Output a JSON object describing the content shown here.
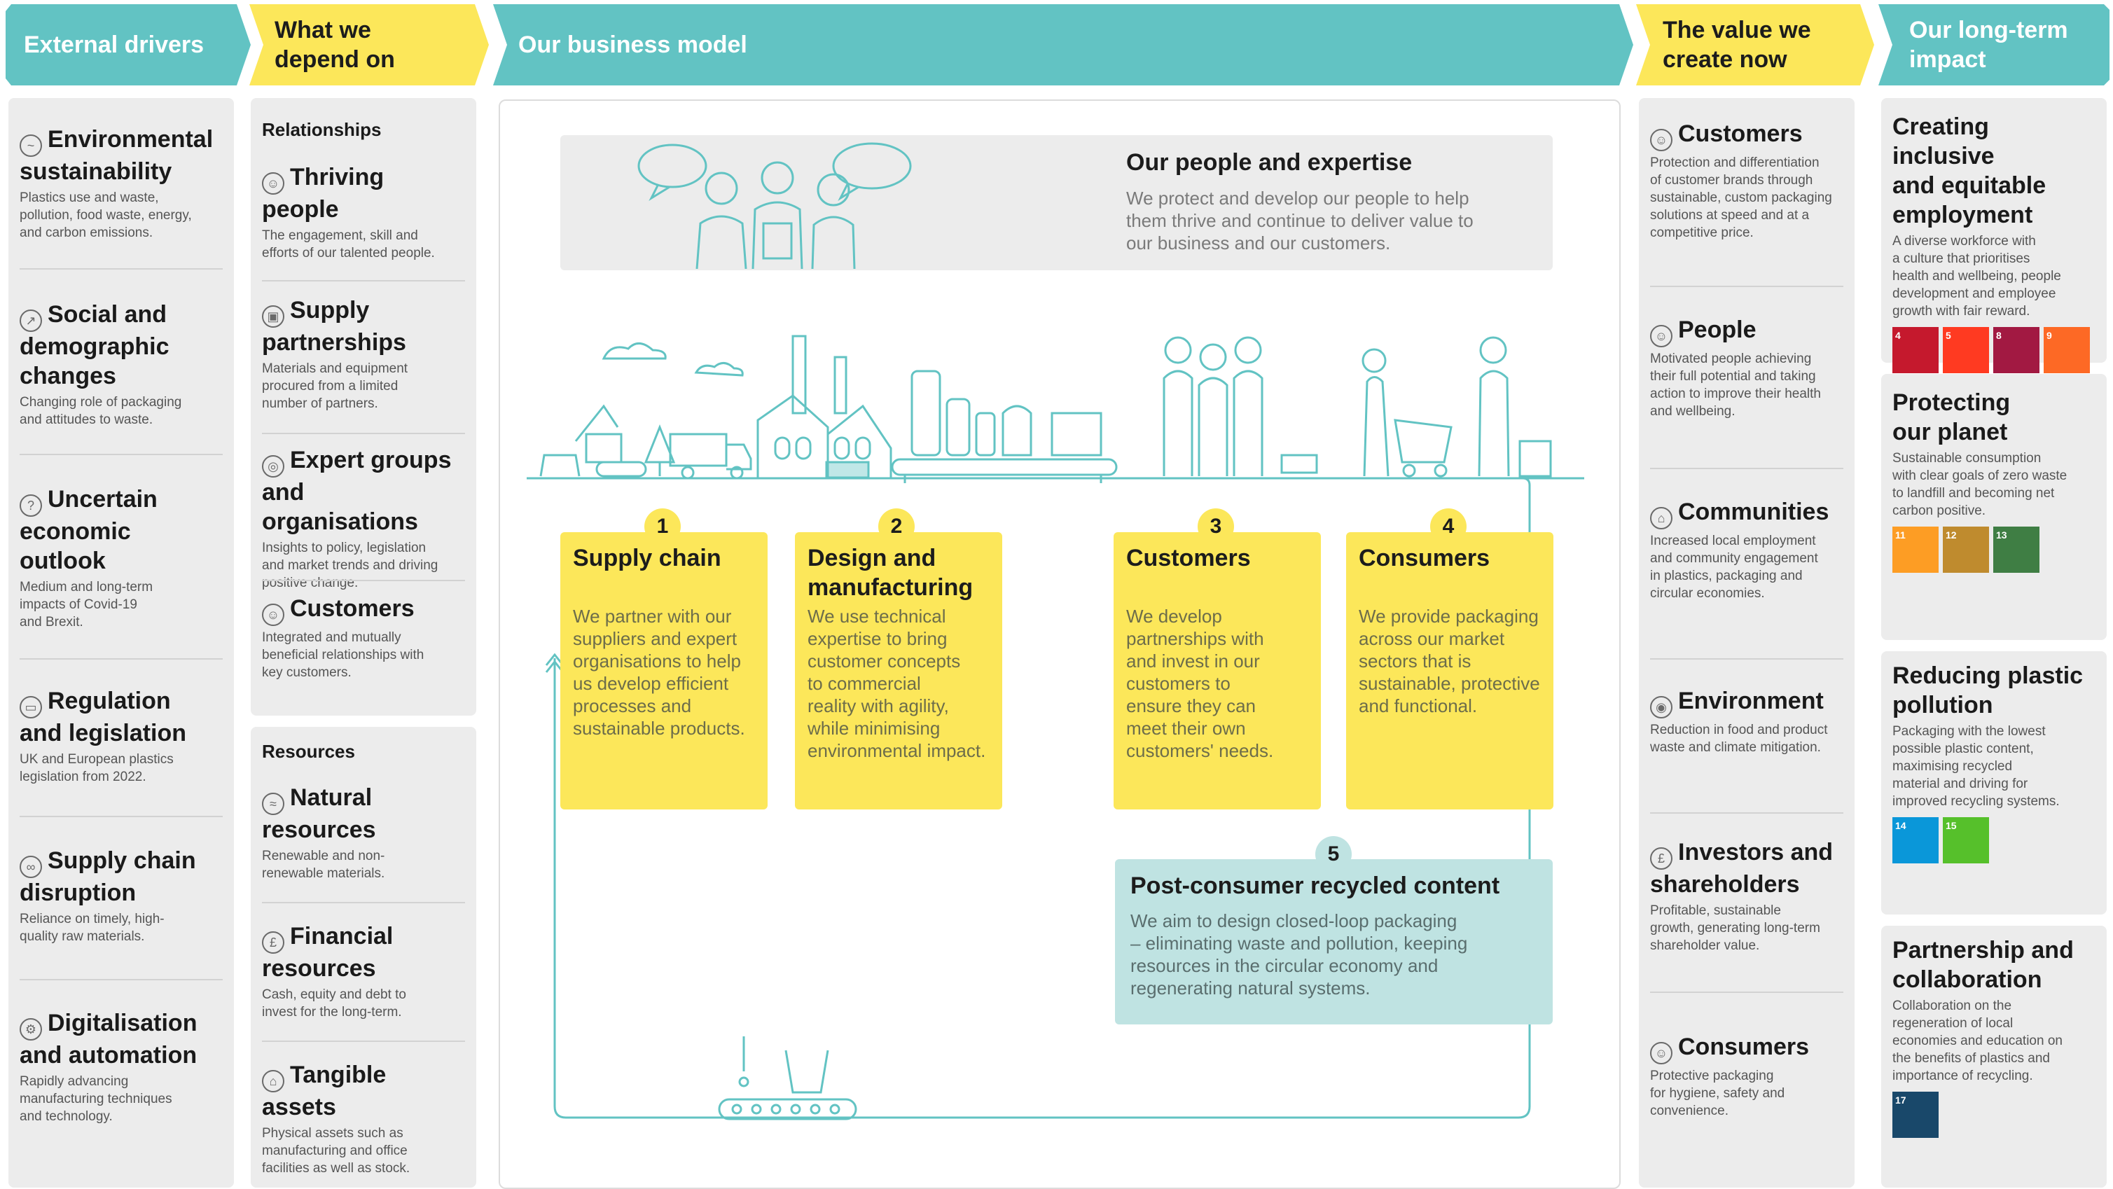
{
  "headers": {
    "external": "External drivers",
    "depend": [
      "What we",
      "depend on"
    ],
    "model": "Our business model",
    "value": [
      "The value we",
      "create now"
    ],
    "impact": [
      "Our long-term",
      "impact"
    ]
  },
  "external_drivers": [
    {
      "icon": "leaf-icon",
      "title": [
        "Environmental",
        "sustainability"
      ],
      "desc": [
        "Plastics use and waste,",
        "pollution, food waste, energy,",
        "and carbon emissions."
      ]
    },
    {
      "icon": "graph-icon",
      "title": [
        "Social and",
        "demographic",
        "changes"
      ],
      "desc": [
        "Changing role of packaging",
        "and attitudes to waste."
      ]
    },
    {
      "icon": "question-icon",
      "title": [
        "Uncertain",
        "economic",
        "outlook"
      ],
      "desc": [
        "Medium and long-term",
        "impacts of Covid-19",
        "and Brexit."
      ]
    },
    {
      "icon": "document-icon",
      "title": [
        "Regulation",
        "and legislation"
      ],
      "desc": [
        "UK and European plastics",
        "legislation from 2022."
      ]
    },
    {
      "icon": "link-icon",
      "title": [
        "Supply chain",
        "disruption"
      ],
      "desc": [
        "Reliance on timely, high-",
        "quality raw materials."
      ]
    },
    {
      "icon": "gear-icon",
      "title": [
        "Digitalisation",
        "and automation"
      ],
      "desc": [
        "Rapidly advancing",
        "manufacturing techniques",
        "and technology."
      ]
    }
  ],
  "depend_on": {
    "relationships_label": "Relationships",
    "relationships": [
      {
        "icon": "people-icon",
        "title": [
          "Thriving",
          "people"
        ],
        "desc": [
          "The engagement, skill and",
          "efforts of our talented people."
        ]
      },
      {
        "icon": "box-icon",
        "title": [
          "Supply",
          "partnerships"
        ],
        "desc": [
          "Materials and equipment",
          "procured from a limited",
          "number of partners."
        ]
      },
      {
        "icon": "group-icon",
        "title": [
          "Expert groups",
          "and organisations"
        ],
        "desc": [
          "Insights to policy, legislation",
          "and market trends and driving",
          "positive change."
        ]
      },
      {
        "icon": "customer-icon",
        "title": [
          "Customers"
        ],
        "desc": [
          "Integrated and mutually",
          "beneficial relationships with",
          "key customers."
        ]
      }
    ],
    "resources_label": "Resources",
    "resources": [
      {
        "icon": "water-icon",
        "title": [
          "Natural",
          "resources"
        ],
        "desc": [
          "Renewable and non-",
          "renewable materials."
        ]
      },
      {
        "icon": "pound-icon",
        "title": [
          "Financial",
          "resources"
        ],
        "desc": [
          "Cash, equity and debt to",
          "invest for the long-term."
        ]
      },
      {
        "icon": "building-icon",
        "title": [
          "Tangible",
          "assets"
        ],
        "desc": [
          "Physical assets such as",
          "manufacturing and office",
          "facilities as well as stock."
        ]
      }
    ]
  },
  "business_model": {
    "people_title": "Our people and expertise",
    "people_desc": [
      "We protect and develop our people to help",
      "them thrive and continue to deliver value to",
      "our business and our customers."
    ],
    "steps": [
      {
        "num": "1",
        "title": [
          "Supply chain"
        ],
        "desc": [
          "We partner with our",
          "suppliers and expert",
          "organisations to help",
          "us develop efficient",
          "processes and",
          "sustainable products."
        ]
      },
      {
        "num": "2",
        "title": [
          "Design and",
          "manufacturing"
        ],
        "desc": [
          "We use technical",
          "expertise to bring",
          "customer concepts",
          "to commercial",
          "reality with agility,",
          "while minimising",
          "environmental impact."
        ]
      },
      {
        "num": "3",
        "title": [
          "Customers"
        ],
        "desc": [
          "We develop",
          "partnerships with",
          "and invest in our",
          "customers to",
          "ensure they can",
          "meet their own",
          "customers' needs."
        ]
      },
      {
        "num": "4",
        "title": [
          "Consumers"
        ],
        "desc": [
          "We provide packaging",
          "across our market",
          "sectors that is",
          "sustainable, protective",
          "and functional."
        ]
      }
    ],
    "recycled": {
      "num": "5",
      "title": "Post-consumer recycled content",
      "desc": [
        "We aim to design closed-loop packaging",
        "– eliminating waste and pollution, keeping",
        "resources in the circular economy and",
        "regenerating natural systems."
      ]
    }
  },
  "value_now": [
    {
      "icon": "customer-icon",
      "title": [
        "Customers"
      ],
      "desc": [
        "Protection and differentiation",
        "of customer brands through",
        "sustainable, custom packaging",
        "solutions at speed and at a",
        "competitive price."
      ]
    },
    {
      "icon": "person-icon",
      "title": [
        "People"
      ],
      "desc": [
        "Motivated people achieving",
        "their full potential and taking",
        "action to improve their health",
        "and wellbeing."
      ]
    },
    {
      "icon": "community-icon",
      "title": [
        "Communities"
      ],
      "desc": [
        "Increased local employment",
        "and community engagement",
        "in plastics, packaging and",
        "circular economies."
      ]
    },
    {
      "icon": "globe-icon",
      "title": [
        "Environment"
      ],
      "desc": [
        "Reduction in food and product",
        "waste and climate mitigation."
      ]
    },
    {
      "icon": "pound-icon",
      "title": [
        "Investors and",
        "shareholders"
      ],
      "desc": [
        "Profitable, sustainable",
        "growth, generating long-term",
        "shareholder value."
      ]
    },
    {
      "icon": "consumer-icon",
      "title": [
        "Consumers"
      ],
      "desc": [
        "Protective packaging",
        "for hygiene, safety and",
        "convenience."
      ]
    }
  ],
  "long_term": [
    {
      "title": [
        "Creating inclusive",
        "and equitable",
        "employment"
      ],
      "desc": [
        "A diverse workforce with",
        "a culture that prioritises",
        "health and wellbeing, people",
        "development and employee",
        "growth with fair reward."
      ],
      "sdgs": [
        {
          "n": "4",
          "color": "#c5192d"
        },
        {
          "n": "5",
          "color": "#ff3a21"
        },
        {
          "n": "8",
          "color": "#a21942"
        },
        {
          "n": "9",
          "color": "#fd6925"
        }
      ]
    },
    {
      "title": [
        "Protecting",
        "our planet"
      ],
      "desc": [
        "Sustainable consumption",
        "with clear goals of zero waste",
        "to landfill and becoming net",
        "carbon positive."
      ],
      "sdgs": [
        {
          "n": "11",
          "color": "#fd9d24"
        },
        {
          "n": "12",
          "color": "#bf8b2e"
        },
        {
          "n": "13",
          "color": "#3f7e44"
        }
      ]
    },
    {
      "title": [
        "Reducing plastic",
        "pollution"
      ],
      "desc": [
        "Packaging with the lowest",
        "possible plastic content,",
        "maximising recycled",
        "material and driving for",
        "improved recycling systems."
      ],
      "sdgs": [
        {
          "n": "14",
          "color": "#0a97d9"
        },
        {
          "n": "15",
          "color": "#56c02b"
        }
      ]
    },
    {
      "title": [
        "Partnership and",
        "collaboration"
      ],
      "desc": [
        "Collaboration on the",
        "regeneration of local",
        "economies and education on",
        "the benefits of plastics and",
        "importance of recycling."
      ],
      "sdgs": [
        {
          "n": "17",
          "color": "#19486a"
        }
      ]
    }
  ]
}
